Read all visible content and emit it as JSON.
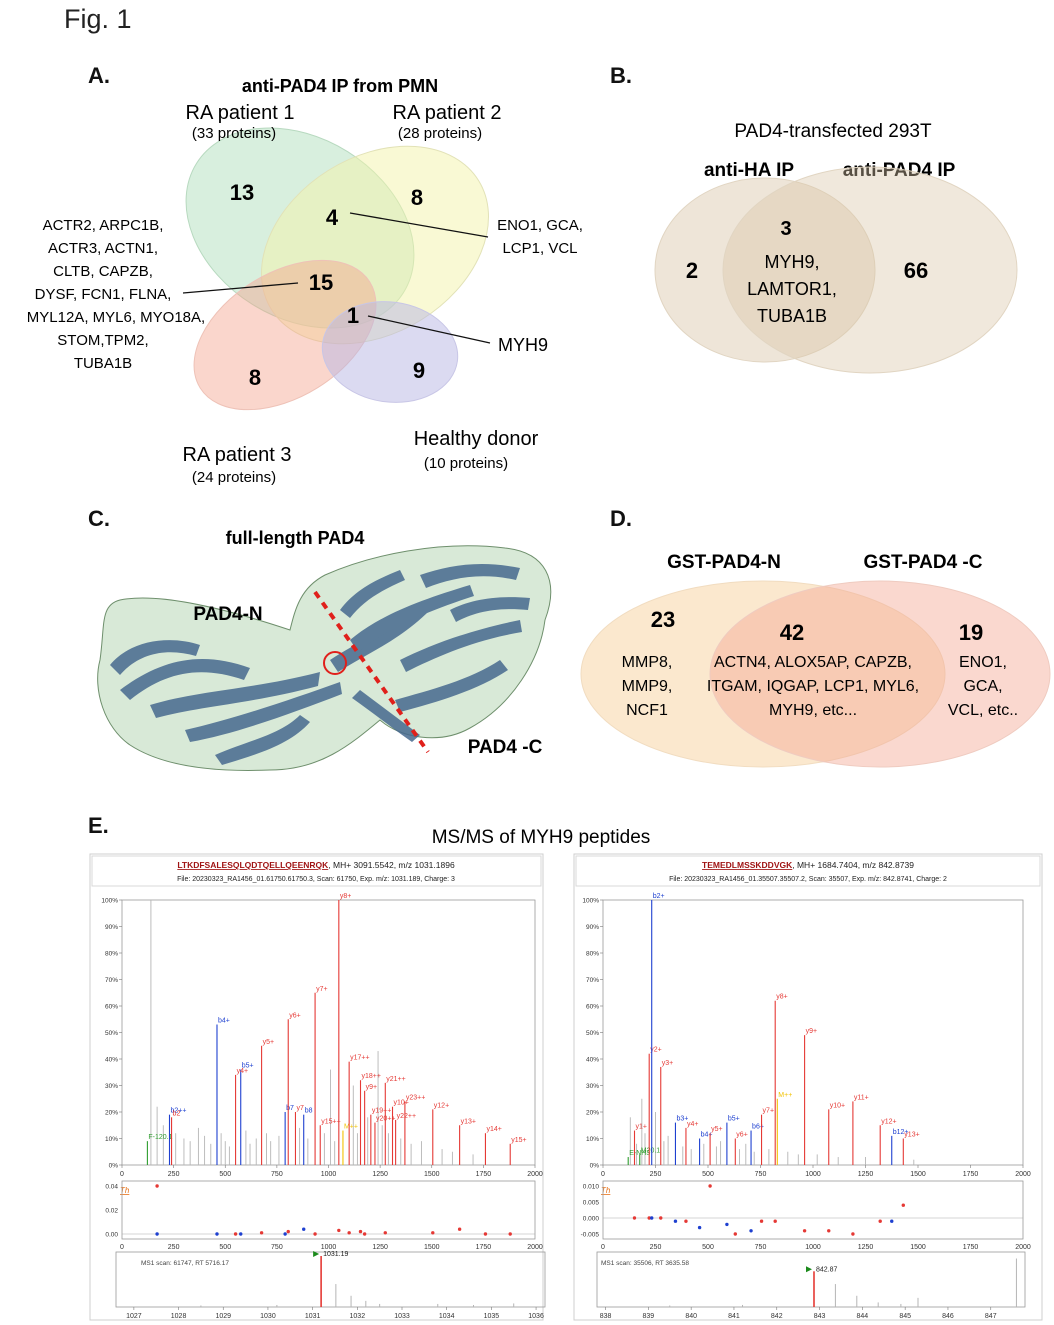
{
  "figure_label": "Fig. 1",
  "panelA": {
    "label": "A.",
    "title": "anti-PAD4 IP from PMN",
    "sets": [
      {
        "name": "RA patient 1",
        "count": "(33 proteins)"
      },
      {
        "name": "RA patient 2",
        "count": "(28 proteins)"
      },
      {
        "name": "RA patient 3",
        "count": "(24 proteins)"
      },
      {
        "name": "Healthy donor",
        "count": "(10 proteins)"
      }
    ],
    "regions": {
      "p1_only": "13",
      "p2_only": "8",
      "p3_only": "8",
      "hd_only": "9",
      "p1_p2": "4",
      "p1_p2_p3": "15",
      "all": "1"
    },
    "list_15": [
      "ACTR2, ARPC1B,",
      "ACTR3, ACTN1,",
      "CLTB, CAPZB,",
      "DYSF, FCN1, FLNA,",
      "MYL12A, MYL6,  MYO18A,",
      "STOM,TPM2,",
      "TUBA1B"
    ],
    "list_4": [
      "ENO1, GCA,",
      "LCP1, VCL"
    ],
    "list_1": "MYH9"
  },
  "panelB": {
    "label": "B.",
    "title": "PAD4-transfected 293T",
    "set_left": "anti-HA IP",
    "set_right": "anti-PAD4 IP",
    "left_only": "2",
    "right_only": "66",
    "overlap": "3",
    "overlap_list": [
      "MYH9,",
      "LAMTOR1,",
      "TUBA1B"
    ]
  },
  "panelC": {
    "label": "C.",
    "title": "full-length PAD4",
    "n_label": "PAD4-N",
    "c_label": "PAD4 -C"
  },
  "panelD": {
    "label": "D.",
    "set_left": "GST-PAD4-N",
    "set_right": "GST-PAD4 -C",
    "left_only": "23",
    "overlap": "42",
    "right_only": "19",
    "left_list": [
      "MMP8,",
      "MMP9,",
      "NCF1"
    ],
    "overlap_list": [
      "ACTN4, ALOX5AP, CAPZB,",
      "ITGAM, IQGAP, LCP1, MYL6,",
      "MYH9, etc..."
    ],
    "right_list": [
      "ENO1,",
      "GCA,",
      "VCL, etc.."
    ]
  },
  "panelE": {
    "label": "E.",
    "title": "MS/MS of MYH9 peptides",
    "spectra": [
      {
        "peptide": "LTKDFSALESQLQDTQELLQEENRQK",
        "mh": ", MH+ 3091.5542, m/z 1031.1896",
        "file": "File: 20230323_RA1456_01.61750.61750.3, Scan: 61750, Exp. m/z: 1031.189, Charge: 3",
        "ms1": "MS1 scan: 61747, RT 5716.17",
        "precursor": "1031.19",
        "th": "Th",
        "ms2_xticks": [
          "0",
          "250",
          "500",
          "750",
          "1000",
          "1250",
          "1500",
          "1750",
          "2000"
        ],
        "ms2_yticks": [
          "0%",
          "10%",
          "20%",
          "30%",
          "40%",
          "50%",
          "60%",
          "70%",
          "80%",
          "90%",
          "100%"
        ],
        "err_yticks": [
          "0.04",
          "0.02",
          "0.00"
        ],
        "ms1_xticks": [
          "1027",
          "1028",
          "1029",
          "1030",
          "1031",
          "1032",
          "1033",
          "1034",
          "1035",
          "1036"
        ],
        "colors": {
          "y": "#e53935",
          "b": "#1e40d0",
          "other": "#2e9d2e",
          "plus": "#f2c200",
          "bg": "#b5b5b5"
        },
        "chart_data": {
          "type": "bar",
          "xlim": [
            0,
            2000
          ],
          "ylim": [
            0,
            100
          ],
          "xlabel": "",
          "ylabel": "",
          "peaks": [
            {
              "mz": 140,
              "i": 100,
              "label": "",
              "ion": "bg"
            },
            {
              "mz": 123,
              "i": 9,
              "label": "F-120.1",
              "ion": "other"
            },
            {
              "mz": 230,
              "i": 19,
              "label": "b2++",
              "ion": "b"
            },
            {
              "mz": 240,
              "i": 18,
              "label": "b2",
              "ion": "y"
            },
            {
              "mz": 460,
              "i": 53,
              "label": "b4+",
              "ion": "b"
            },
            {
              "mz": 575,
              "i": 36,
              "label": "b5+",
              "ion": "b"
            },
            {
              "mz": 550,
              "i": 34,
              "label": "y4+",
              "ion": "y"
            },
            {
              "mz": 676,
              "i": 45,
              "label": "y5+",
              "ion": "y"
            },
            {
              "mz": 790,
              "i": 20,
              "label": "b7",
              "ion": "b"
            },
            {
              "mz": 805,
              "i": 55,
              "label": "y6+",
              "ion": "y"
            },
            {
              "mz": 840,
              "i": 20,
              "label": "y7",
              "ion": "y"
            },
            {
              "mz": 880,
              "i": 19,
              "label": "b8",
              "ion": "b"
            },
            {
              "mz": 935,
              "i": 65,
              "label": "y7+",
              "ion": "y"
            },
            {
              "mz": 960,
              "i": 15,
              "label": "y15++",
              "ion": "y"
            },
            {
              "mz": 1050,
              "i": 100,
              "label": "y8+",
              "ion": "y"
            },
            {
              "mz": 1070,
              "i": 13,
              "label": "M++",
              "ion": "plus"
            },
            {
              "mz": 1100,
              "i": 39,
              "label": "y17++",
              "ion": "y"
            },
            {
              "mz": 1155,
              "i": 32,
              "label": "y18++",
              "ion": "y"
            },
            {
              "mz": 1175,
              "i": 28,
              "label": "y9+",
              "ion": "y"
            },
            {
              "mz": 1205,
              "i": 19,
              "label": "y19++",
              "ion": "y"
            },
            {
              "mz": 1225,
              "i": 16,
              "label": "y20++",
              "ion": "y"
            },
            {
              "mz": 1275,
              "i": 31,
              "label": "y21++",
              "ion": "y"
            },
            {
              "mz": 1310,
              "i": 22,
              "label": "y10+",
              "ion": "y"
            },
            {
              "mz": 1325,
              "i": 17,
              "label": "y22++",
              "ion": "y"
            },
            {
              "mz": 1370,
              "i": 24,
              "label": "y23++",
              "ion": "y"
            },
            {
              "mz": 1505,
              "i": 21,
              "label": "y12+",
              "ion": "y"
            },
            {
              "mz": 1635,
              "i": 15,
              "label": "y13+",
              "ion": "y"
            },
            {
              "mz": 1760,
              "i": 12,
              "label": "y14+",
              "ion": "y"
            },
            {
              "mz": 1880,
              "i": 8,
              "label": "y15+",
              "ion": "y"
            }
          ],
          "errors": [
            {
              "mz": 170,
              "e": 0.045,
              "ion": "y"
            },
            {
              "mz": 170,
              "e": 0.0,
              "ion": "b"
            },
            {
              "mz": 460,
              "e": 0.0,
              "ion": "b"
            },
            {
              "mz": 550,
              "e": 0.0,
              "ion": "y"
            },
            {
              "mz": 575,
              "e": 0.0,
              "ion": "b"
            },
            {
              "mz": 676,
              "e": 0.001,
              "ion": "y"
            },
            {
              "mz": 790,
              "e": 0.0,
              "ion": "b"
            },
            {
              "mz": 805,
              "e": 0.002,
              "ion": "y"
            },
            {
              "mz": 880,
              "e": 0.004,
              "ion": "b"
            },
            {
              "mz": 935,
              "e": 0.0,
              "ion": "y"
            },
            {
              "mz": 1050,
              "e": 0.003,
              "ion": "y"
            },
            {
              "mz": 1100,
              "e": 0.001,
              "ion": "y"
            },
            {
              "mz": 1155,
              "e": 0.002,
              "ion": "y"
            },
            {
              "mz": 1175,
              "e": 0.0,
              "ion": "y"
            },
            {
              "mz": 1275,
              "e": 0.001,
              "ion": "y"
            },
            {
              "mz": 1505,
              "e": 0.001,
              "ion": "y"
            },
            {
              "mz": 1635,
              "e": 0.004,
              "ion": "y"
            },
            {
              "mz": 1760,
              "e": -0.004,
              "ion": "y"
            },
            {
              "mz": 1880,
              "e": 0.0,
              "ion": "y"
            }
          ],
          "ms1_xlim": [
            1026.6,
            1036.2
          ],
          "ms1_peaks": [
            {
              "mz": 1031.19,
              "i": 100,
              "highlight": true
            },
            {
              "mz": 1031.52,
              "i": 45
            },
            {
              "mz": 1031.86,
              "i": 22
            },
            {
              "mz": 1032.19,
              "i": 12
            },
            {
              "mz": 1032.5,
              "i": 6
            },
            {
              "mz": 1033.8,
              "i": 6
            },
            {
              "mz": 1035.5,
              "i": 7
            },
            {
              "mz": 1028.5,
              "i": 3
            },
            {
              "mz": 1030.2,
              "i": 4
            },
            {
              "mz": 1034.6,
              "i": 4
            }
          ]
        }
      },
      {
        "peptide": "TEMEDLMSSKDDVGK",
        "mh": ", MH+ 1684.7404, m/z 842.8739",
        "file": "File: 20230323_RA1456_01.35507.35507.2, Scan: 35507, Exp. m/z: 842.8741, Charge: 2",
        "ms1": "MS1 scan: 35506, RT 3635.58",
        "precursor": "842.87",
        "th": "Th",
        "ms2_xticks": [
          "0",
          "250",
          "500",
          "750",
          "1000",
          "1250",
          "1500",
          "1750",
          "2000"
        ],
        "ms2_yticks": [
          "0%",
          "10%",
          "20%",
          "30%",
          "40%",
          "50%",
          "60%",
          "70%",
          "80%",
          "90%",
          "100%"
        ],
        "err_yticks": [
          "0.010",
          "0.005",
          "0.000",
          "-0.005"
        ],
        "ms1_xticks": [
          "838",
          "839",
          "840",
          "841",
          "842",
          "843",
          "844",
          "845",
          "846",
          "847"
        ],
        "colors": {
          "y": "#e53935",
          "b": "#1e40d0",
          "other": "#2e9d2e",
          "plus": "#f2c200",
          "bg": "#b5b5b5"
        },
        "chart_data": {
          "type": "bar",
          "xlim": [
            0,
            2000
          ],
          "ylim": [
            0,
            100
          ],
          "xlabel": "",
          "ylabel": "",
          "peaks": [
            {
              "mz": 120,
              "i": 3,
              "label": "E-NH3",
              "ion": "other"
            },
            {
              "mz": 150,
              "i": 13,
              "label": "y1+",
              "ion": "y"
            },
            {
              "mz": 175,
              "i": 4,
              "label": "M20.1",
              "ion": "other"
            },
            {
              "mz": 220,
              "i": 42,
              "label": "y2+",
              "ion": "y"
            },
            {
              "mz": 232,
              "i": 100,
              "label": "b2+",
              "ion": "b"
            },
            {
              "mz": 275,
              "i": 37,
              "label": "y3+",
              "ion": "y"
            },
            {
              "mz": 345,
              "i": 16,
              "label": "b3+",
              "ion": "b"
            },
            {
              "mz": 395,
              "i": 14,
              "label": "y4+",
              "ion": "y"
            },
            {
              "mz": 460,
              "i": 10,
              "label": "b4+",
              "ion": "b"
            },
            {
              "mz": 510,
              "i": 12,
              "label": "y5+",
              "ion": "y"
            },
            {
              "mz": 590,
              "i": 16,
              "label": "b5+",
              "ion": "b"
            },
            {
              "mz": 630,
              "i": 10,
              "label": "y6+",
              "ion": "y"
            },
            {
              "mz": 705,
              "i": 13,
              "label": "b6+",
              "ion": "b"
            },
            {
              "mz": 755,
              "i": 19,
              "label": "y7+",
              "ion": "y"
            },
            {
              "mz": 830,
              "i": 25,
              "label": "M++",
              "ion": "plus"
            },
            {
              "mz": 820,
              "i": 62,
              "label": "y8+",
              "ion": "y"
            },
            {
              "mz": 960,
              "i": 49,
              "label": "y9+",
              "ion": "y"
            },
            {
              "mz": 1075,
              "i": 21,
              "label": "y10+",
              "ion": "y"
            },
            {
              "mz": 1190,
              "i": 24,
              "label": "y11+",
              "ion": "y"
            },
            {
              "mz": 1320,
              "i": 15,
              "label": "y12+",
              "ion": "y"
            },
            {
              "mz": 1375,
              "i": 11,
              "label": "b12+",
              "ion": "b"
            },
            {
              "mz": 1430,
              "i": 10,
              "label": "y13+",
              "ion": "y"
            }
          ],
          "errors": [
            {
              "mz": 150,
              "e": 0.0,
              "ion": "y"
            },
            {
              "mz": 220,
              "e": 0.0,
              "ion": "y"
            },
            {
              "mz": 232,
              "e": 0.0,
              "ion": "b"
            },
            {
              "mz": 275,
              "e": 0.0,
              "ion": "y"
            },
            {
              "mz": 345,
              "e": -0.001,
              "ion": "b"
            },
            {
              "mz": 395,
              "e": -0.001,
              "ion": "y"
            },
            {
              "mz": 460,
              "e": -0.003,
              "ion": "b"
            },
            {
              "mz": 510,
              "e": 0.012,
              "ion": "y"
            },
            {
              "mz": 590,
              "e": -0.002,
              "ion": "b"
            },
            {
              "mz": 630,
              "e": -0.005,
              "ion": "y"
            },
            {
              "mz": 705,
              "e": -0.004,
              "ion": "b"
            },
            {
              "mz": 755,
              "e": -0.001,
              "ion": "y"
            },
            {
              "mz": 820,
              "e": -0.001,
              "ion": "y"
            },
            {
              "mz": 960,
              "e": -0.004,
              "ion": "y"
            },
            {
              "mz": 1075,
              "e": -0.004,
              "ion": "y"
            },
            {
              "mz": 1190,
              "e": -0.005,
              "ion": "y"
            },
            {
              "mz": 1320,
              "e": -0.001,
              "ion": "y"
            },
            {
              "mz": 1375,
              "e": -0.001,
              "ion": "b"
            },
            {
              "mz": 1430,
              "e": 0.004,
              "ion": "y"
            }
          ],
          "ms1_xlim": [
            837.8,
            847.8
          ],
          "ms1_peaks": [
            {
              "mz": 842.87,
              "i": 70,
              "highlight": true
            },
            {
              "mz": 843.37,
              "i": 45
            },
            {
              "mz": 843.87,
              "i": 22
            },
            {
              "mz": 844.37,
              "i": 9
            },
            {
              "mz": 845.3,
              "i": 18
            },
            {
              "mz": 847.6,
              "i": 95
            },
            {
              "mz": 841.2,
              "i": 4
            },
            {
              "mz": 839.5,
              "i": 3
            },
            {
              "mz": 844.9,
              "i": 6
            }
          ]
        }
      }
    ]
  }
}
